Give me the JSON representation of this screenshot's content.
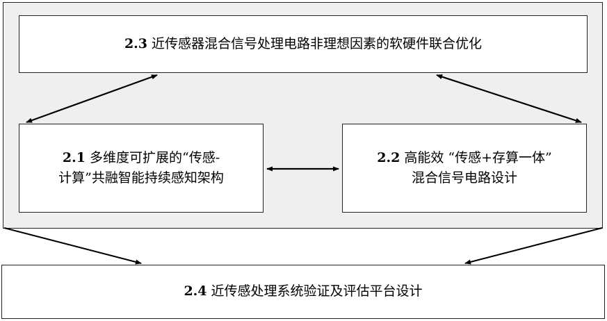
{
  "diagram": {
    "box_23": {
      "num": "2.3",
      "text": "近传感器混合信号处理电路非理想因素的软硬件联合优化"
    },
    "box_21": {
      "num": "2.1",
      "line1": "多维度可扩展的“传感-",
      "line2": "计算”共融智能持续感知架构"
    },
    "box_22": {
      "num": "2.2",
      "line1": "高能效 “传感+存算一体”",
      "line2": "混合信号电路设计"
    },
    "box_24": {
      "num": "2.4",
      "text": "近传感处理系统验证及评估平台设计"
    },
    "colors": {
      "panel": "#efefef",
      "border": "#222222",
      "arrow": "#000000"
    }
  }
}
